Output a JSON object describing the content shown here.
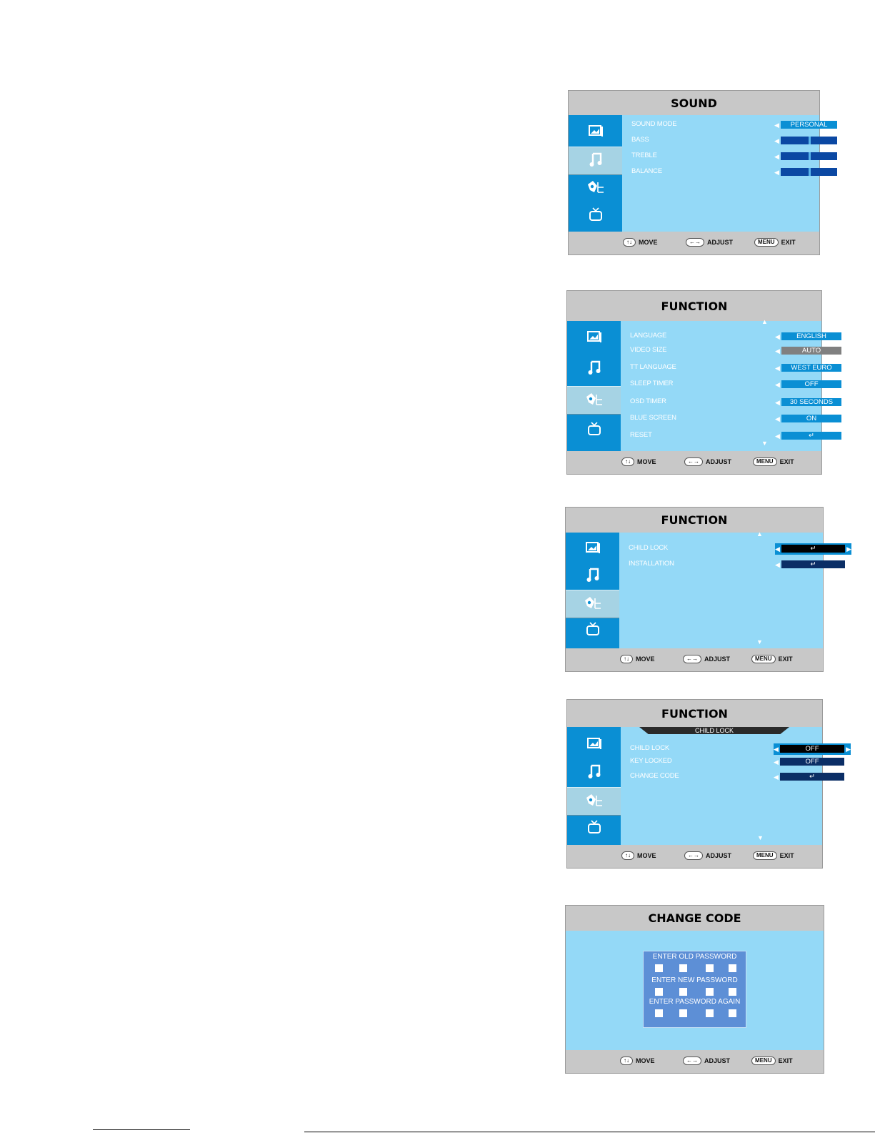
{
  "footer": {
    "move_key": "↑↓",
    "move_label": "MOVE",
    "adjust_key": "←→",
    "adjust_label": "ADJUST",
    "menu_key": "MENU",
    "exit_label": "EXIT"
  },
  "sidebar_icons": [
    "picture-icon",
    "sound-icon",
    "function-icon",
    "tv-icon"
  ],
  "sound": {
    "title": "SOUND",
    "active_tab": "sound",
    "rows": [
      {
        "label": "SOUND MODE",
        "value": "PERSONAL"
      },
      {
        "label": "BASS",
        "level": 50,
        "value": "50"
      },
      {
        "label": "TREBLE",
        "level": 50,
        "value": "50"
      },
      {
        "label": "BALANCE",
        "level": 0,
        "value": "0"
      }
    ]
  },
  "function1": {
    "title": "FUNCTION",
    "active_tab": "function",
    "rows": [
      {
        "label": "LANGUAGE",
        "value": "ENGLISH"
      },
      {
        "label": "VIDEO SIZE",
        "value": "AUTO",
        "disabled": true
      },
      {
        "label": "TT LANGUAGE",
        "value": "WEST EURO"
      },
      {
        "label": "SLEEP TIMER",
        "value": "OFF"
      },
      {
        "label": "OSD TIMER",
        "value": "30 SECONDS"
      },
      {
        "label": "BLUE SCREEN",
        "value": "ON"
      },
      {
        "label": "RESET",
        "value": "↵"
      }
    ]
  },
  "function2": {
    "title": "FUNCTION",
    "active_tab": "function",
    "rows": [
      {
        "label": "CHILD LOCK",
        "value": "↵",
        "selected": true
      },
      {
        "label": "INSTALLATION",
        "value": "↵"
      }
    ]
  },
  "function3": {
    "title": "FUNCTION",
    "submenu": "CHILD LOCK",
    "active_tab": "function",
    "rows": [
      {
        "label": "CHILD LOCK",
        "value": "OFF",
        "selected": true
      },
      {
        "label": "KEY LOCKED",
        "value": "OFF"
      },
      {
        "label": "CHANGE CODE",
        "value": "↵"
      }
    ]
  },
  "change_code": {
    "title": "CHANGE CODE",
    "fields": [
      "ENTER OLD PASSWORD",
      "ENTER NEW PASSWORD",
      "ENTER PASSWORD AGAIN"
    ]
  },
  "colors": {
    "panel_bg": "#94d9f7",
    "sidebar_bg": "#0a8fd4",
    "header_bg": "#c8c8c8",
    "slider_bar": "#0b48a3"
  }
}
